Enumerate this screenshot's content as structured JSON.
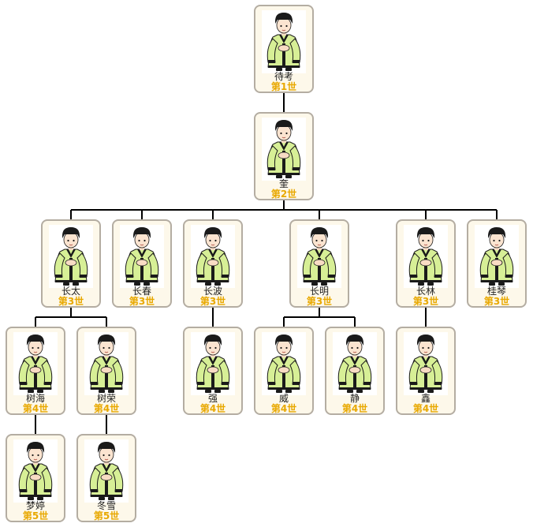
{
  "colors": {
    "card_border": "#b4ada2",
    "card_background": "#fdf8ea",
    "generation_text": "#e8a800",
    "name_text": "#222222",
    "connector": "#000000",
    "robe": "#d7ef96",
    "robe_trim": "#1a1a1a"
  },
  "portrait_icon": "figure-in-green-robe-icon",
  "members": [
    {
      "id": "m1",
      "name": "待考",
      "generation": "第1世"
    },
    {
      "id": "m2",
      "name": "奎",
      "generation": "第2世",
      "parent": "m1"
    },
    {
      "id": "m3",
      "name": "长太",
      "generation": "第3世",
      "parent": "m2"
    },
    {
      "id": "m4",
      "name": "长春",
      "generation": "第3世",
      "parent": "m2"
    },
    {
      "id": "m5",
      "name": "长波",
      "generation": "第3世",
      "parent": "m2"
    },
    {
      "id": "m6",
      "name": "长明",
      "generation": "第3世",
      "parent": "m2"
    },
    {
      "id": "m7",
      "name": "长林",
      "generation": "第3世",
      "parent": "m2"
    },
    {
      "id": "m8",
      "name": "桂琴",
      "generation": "第3世",
      "parent": "m2"
    },
    {
      "id": "m9",
      "name": "树海",
      "generation": "第4世",
      "parent": "m3"
    },
    {
      "id": "m10",
      "name": "树荣",
      "generation": "第4世",
      "parent": "m3"
    },
    {
      "id": "m11",
      "name": "强",
      "generation": "第4世",
      "parent": "m5"
    },
    {
      "id": "m12",
      "name": "威",
      "generation": "第4世",
      "parent": "m6"
    },
    {
      "id": "m13",
      "name": "静",
      "generation": "第4世",
      "parent": "m6"
    },
    {
      "id": "m14",
      "name": "鑫",
      "generation": "第4世",
      "parent": "m7"
    },
    {
      "id": "m15",
      "name": "梦婷",
      "generation": "第5世",
      "parent": "m9"
    },
    {
      "id": "m16",
      "name": "冬雪",
      "generation": "第5世",
      "parent": "m10"
    }
  ]
}
